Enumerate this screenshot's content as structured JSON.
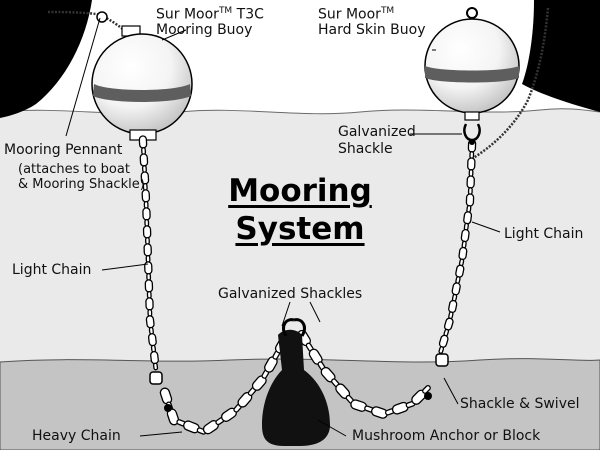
{
  "title": {
    "line1": "Mooring",
    "line2": "System"
  },
  "labels": {
    "buoy_left_line1_brand": "Sur Moor",
    "buoy_left_line1_tm": "TM",
    "buoy_left_line1_model": " T3C",
    "buoy_left_line2": "Mooring Buoy",
    "buoy_right_line1_brand": "Sur Moor",
    "buoy_right_line1_tm": "TM",
    "buoy_right_line2": "Hard Skin Buoy",
    "mooring_pennant": "Mooring Pennant",
    "pennant_note_line1": "(attaches to boat",
    "pennant_note_line2": "& Mooring Shackle)",
    "galvanized_shackle_line1": "Galvanized",
    "galvanized_shackle_line2": "Shackle",
    "light_chain_left": "Light Chain",
    "light_chain_right": "Light Chain",
    "galvanized_shackles": "Galvanized Shackles",
    "shackle_swivel": "Shackle & Swivel",
    "heavy_chain": "Heavy Chain",
    "anchor": "Mushroom Anchor or Block"
  },
  "colors": {
    "water": "#eaeaea",
    "seabed": "#c4c4c4",
    "hull": "#000000",
    "buoy_band": "#5e5e5e",
    "chain": "#ffffff",
    "anchor": "#111111"
  }
}
